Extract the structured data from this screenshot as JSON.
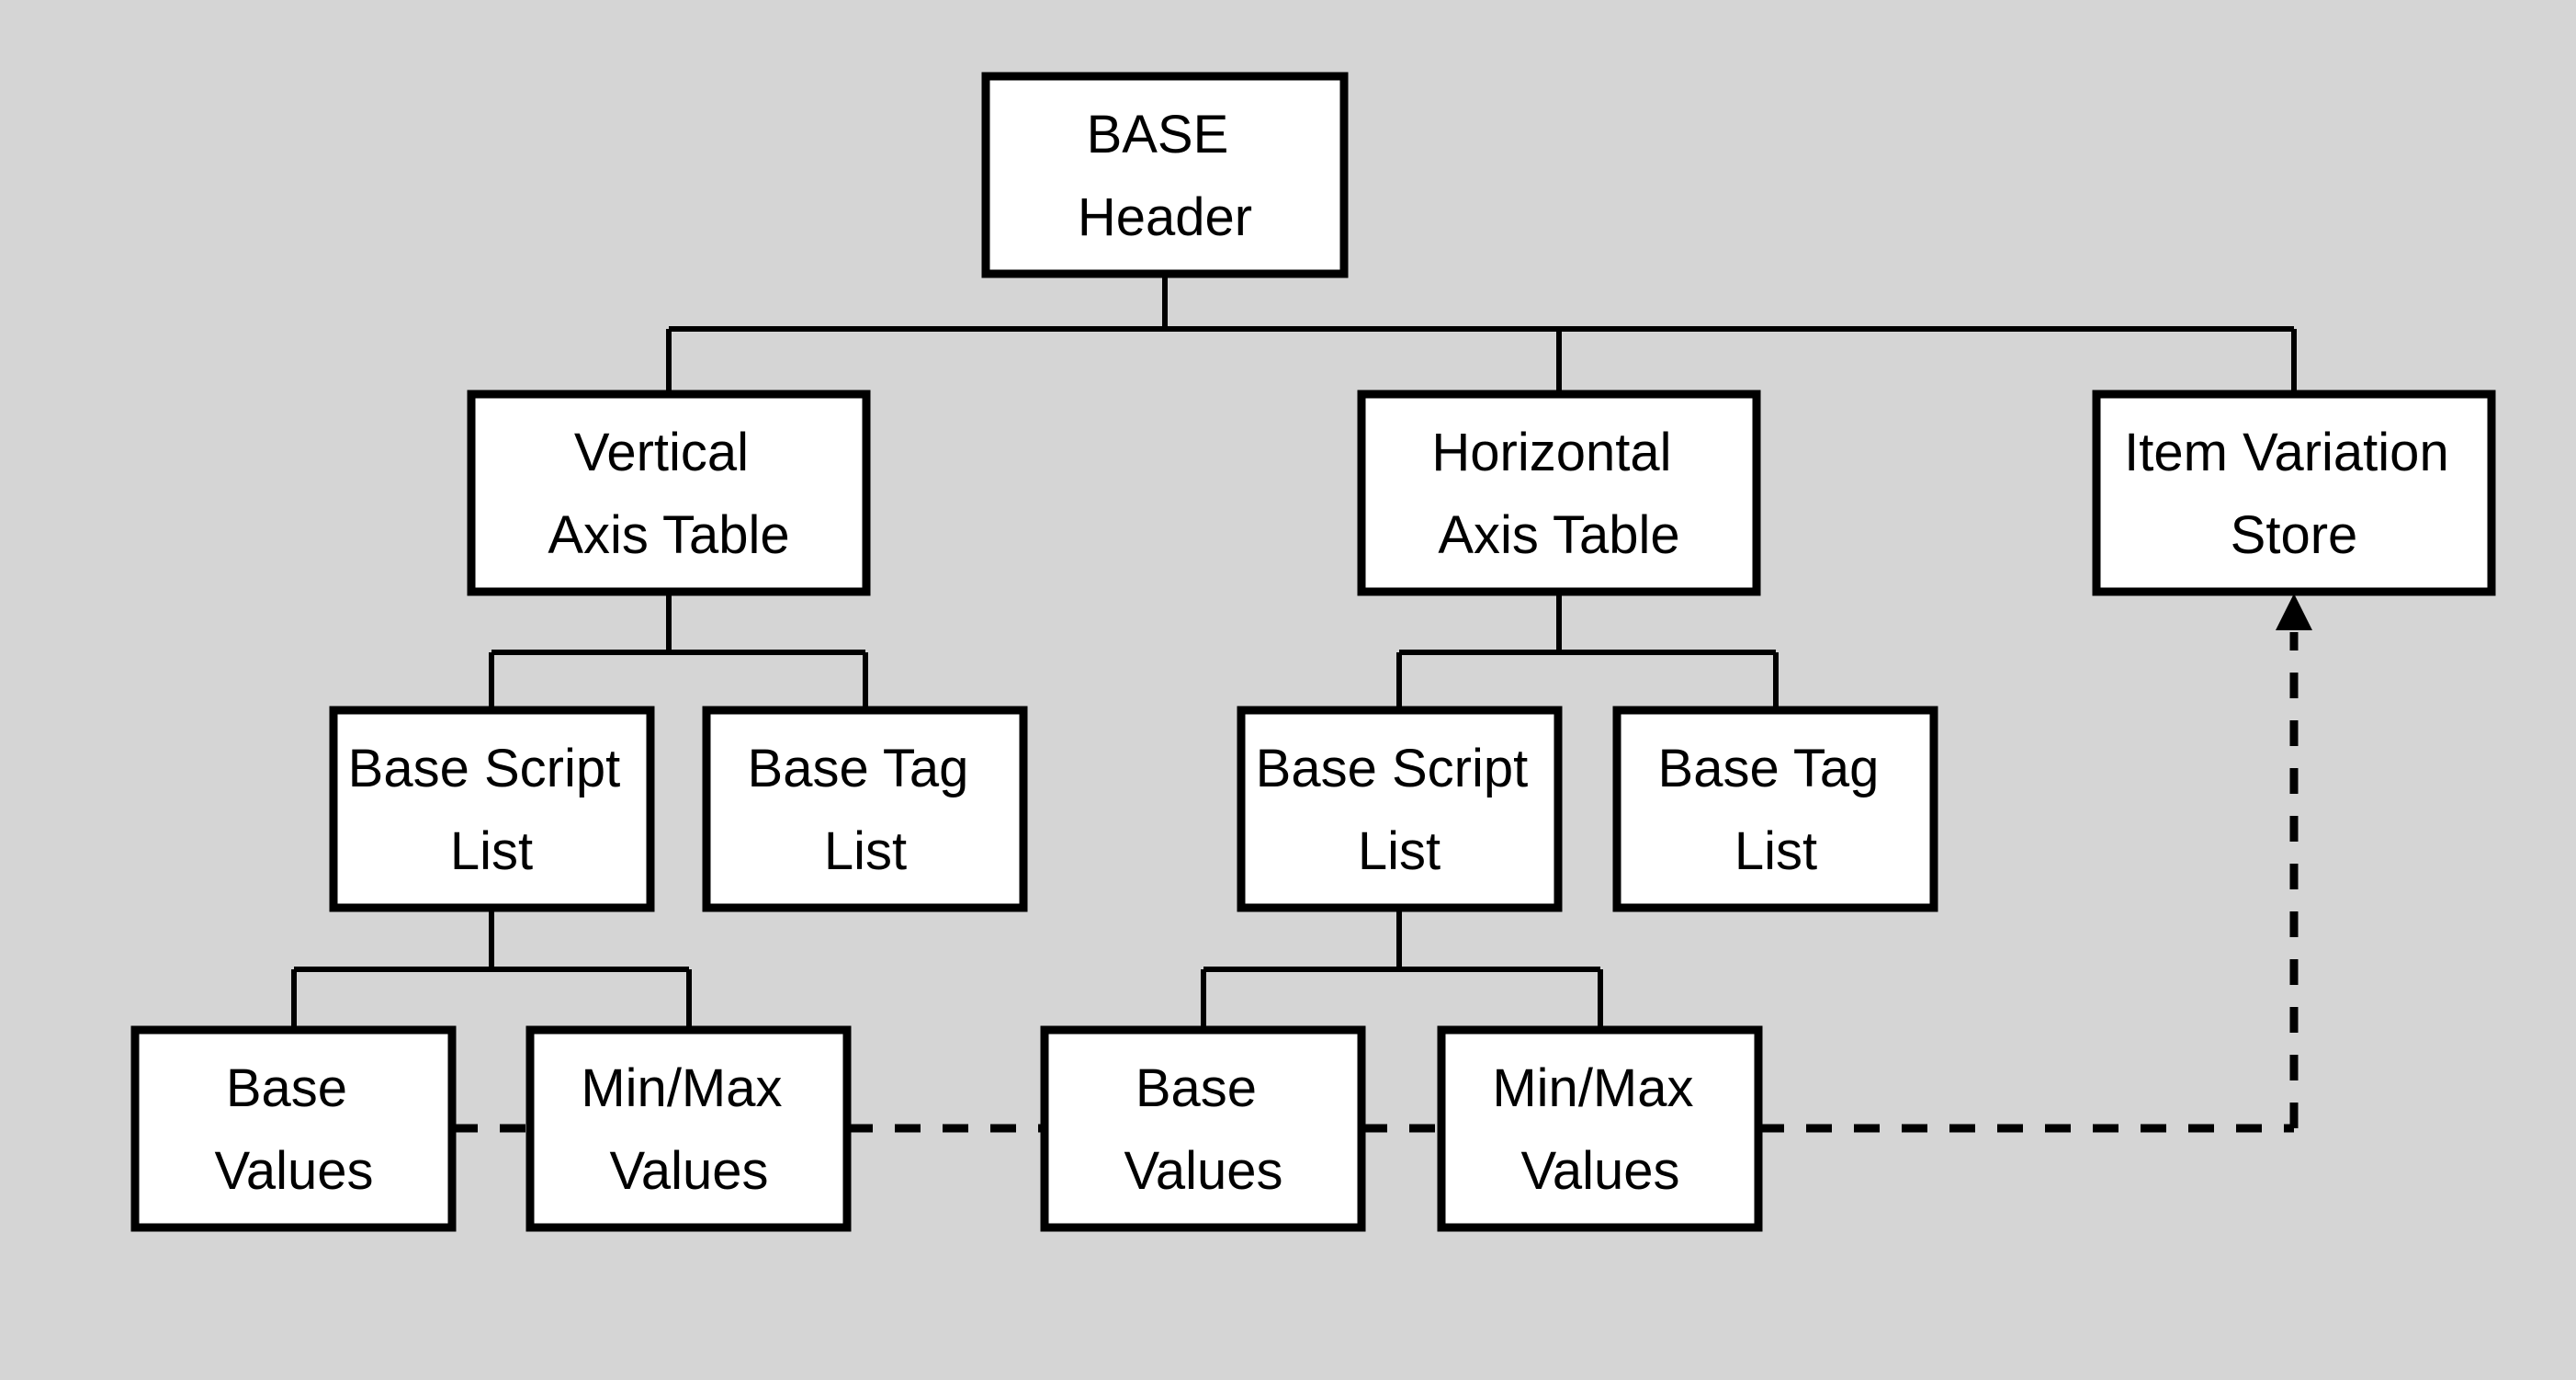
{
  "diagram": {
    "type": "tree-diagram",
    "background_color": "#d5d5d5",
    "node_fill_color": "#ffffff",
    "node_border_color": "#000000",
    "connector_color": "#000000",
    "nodes": {
      "base_header": {
        "lines": [
          "BASE",
          "Header"
        ]
      },
      "vertical_axis_table": {
        "lines": [
          "Vertical",
          "Axis Table"
        ]
      },
      "horizontal_axis_table": {
        "lines": [
          "Horizontal",
          "Axis Table"
        ]
      },
      "item_variation_store": {
        "lines": [
          "Item Variation",
          "Store"
        ]
      },
      "vertical_base_script_list": {
        "lines": [
          "Base Script",
          "List"
        ]
      },
      "vertical_base_tag_list": {
        "lines": [
          "Base Tag",
          "List"
        ]
      },
      "horizontal_base_script_list": {
        "lines": [
          "Base Script",
          "List"
        ]
      },
      "horizontal_base_tag_list": {
        "lines": [
          "Base Tag",
          "List"
        ]
      },
      "vertical_base_values": {
        "lines": [
          "Base",
          "Values"
        ]
      },
      "vertical_minmax_values": {
        "lines": [
          "Min/Max",
          "Values"
        ]
      },
      "horizontal_base_values": {
        "lines": [
          "Base",
          "Values"
        ]
      },
      "horizontal_minmax_values": {
        "lines": [
          "Min/Max",
          "Values"
        ]
      }
    },
    "edges": {
      "solid_parent_child": [
        [
          "base_header",
          "vertical_axis_table"
        ],
        [
          "base_header",
          "horizontal_axis_table"
        ],
        [
          "base_header",
          "item_variation_store"
        ],
        [
          "vertical_axis_table",
          "vertical_base_script_list"
        ],
        [
          "vertical_axis_table",
          "vertical_base_tag_list"
        ],
        [
          "horizontal_axis_table",
          "horizontal_base_script_list"
        ],
        [
          "horizontal_axis_table",
          "horizontal_base_tag_list"
        ],
        [
          "vertical_base_script_list",
          "vertical_base_values"
        ],
        [
          "vertical_base_script_list",
          "vertical_minmax_values"
        ],
        [
          "horizontal_base_script_list",
          "horizontal_base_values"
        ],
        [
          "horizontal_base_script_list",
          "horizontal_minmax_values"
        ]
      ],
      "dashed_reference_chain": [
        "vertical_base_values",
        "vertical_minmax_values",
        "horizontal_base_values",
        "horizontal_minmax_values",
        "item_variation_store"
      ],
      "dashed_arrow_target": "item_variation_store"
    }
  }
}
